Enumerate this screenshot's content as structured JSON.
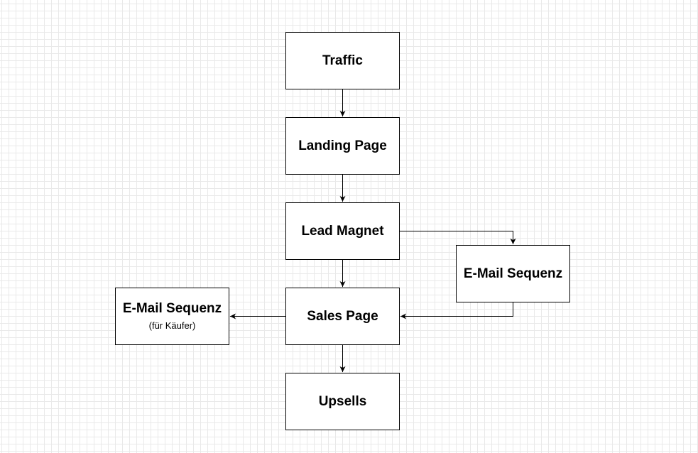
{
  "diagram": {
    "nodes": [
      {
        "id": "traffic",
        "label": "Traffic"
      },
      {
        "id": "landing",
        "label": "Landing Page"
      },
      {
        "id": "lead",
        "label": "Lead Magnet"
      },
      {
        "id": "email",
        "label": "E-Mail Sequenz"
      },
      {
        "id": "sales",
        "label": "Sales Page"
      },
      {
        "id": "email_buyers",
        "label": "E-Mail Sequenz",
        "sublabel": "(für Käufer)"
      },
      {
        "id": "upsells",
        "label": "Upsells"
      }
    ],
    "edges": [
      {
        "from": "traffic",
        "to": "landing"
      },
      {
        "from": "landing",
        "to": "lead"
      },
      {
        "from": "lead",
        "to": "email"
      },
      {
        "from": "email",
        "to": "sales"
      },
      {
        "from": "lead",
        "to": "sales"
      },
      {
        "from": "sales",
        "to": "email_buyers"
      },
      {
        "from": "sales",
        "to": "upsells"
      }
    ]
  }
}
